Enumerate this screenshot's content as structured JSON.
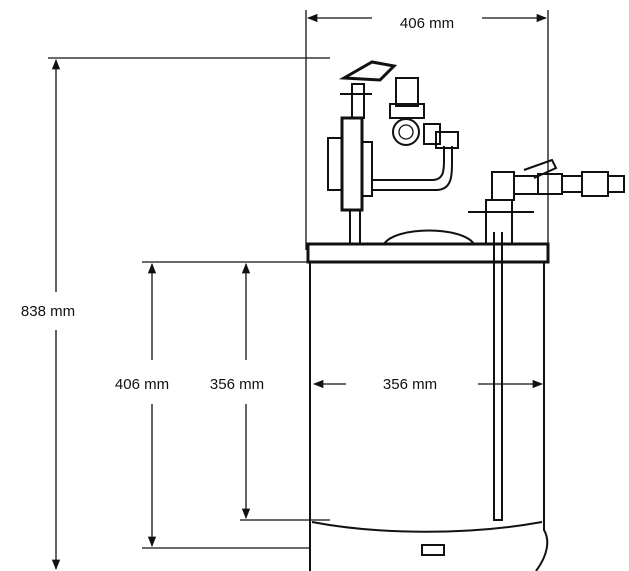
{
  "diagram": {
    "dimensions": {
      "overall_width": "406 mm",
      "overall_height": "838 mm",
      "tank_height": "406 mm",
      "inner_depth": "356 mm",
      "tank_diameter": "356 mm"
    },
    "colors": {
      "line": "#111111",
      "background": "#ffffff"
    }
  }
}
